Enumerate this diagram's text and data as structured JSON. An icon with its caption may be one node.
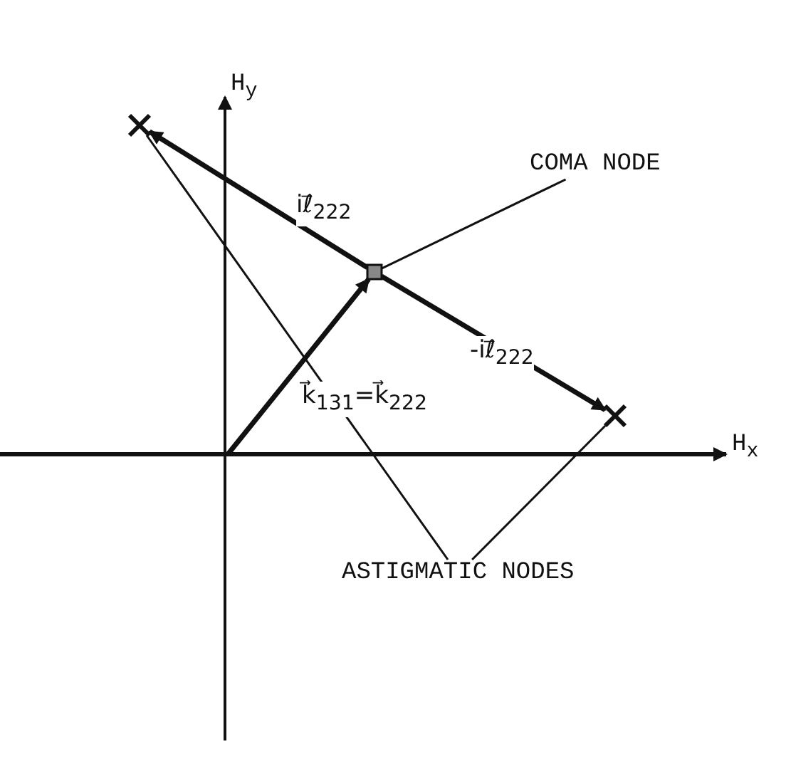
{
  "diagram": {
    "nodes": [
      {
        "text": [
          "COMA NODE"
        ]
      },
      {
        "text": [],
        "shape": "dot"
      },
      {
        "text": [],
        "shape": "cross"
      },
      {
        "text": [],
        "shape": "cross"
      },
      {
        "text": [
          "ASTIGMATIC NODES"
        ]
      }
    ],
    "edges": [
      {
        "from": 0,
        "to": 1,
        "arrow": "none"
      },
      {
        "from": null,
        "to": 1,
        "arrow": "to",
        "label": "k⃗$_{131}$=k⃗$_{222}$",
        "style": "thick"
      },
      {
        "from": 1,
        "to": 2,
        "arrow": "to",
        "label": "iℓ⃗$_{222}$",
        "style": "thick"
      },
      {
        "from": 1,
        "to": 3,
        "arrow": "to",
        "label": "-iℓ⃗$_{222}$",
        "style": "thick"
      },
      {
        "from": 4,
        "to": 2,
        "arrow": "none"
      },
      {
        "from": 4,
        "to": 3,
        "arrow": "none"
      }
    ],
    "labels": [
      "H$_{y}$",
      "H$_{x}$"
    ]
  }
}
